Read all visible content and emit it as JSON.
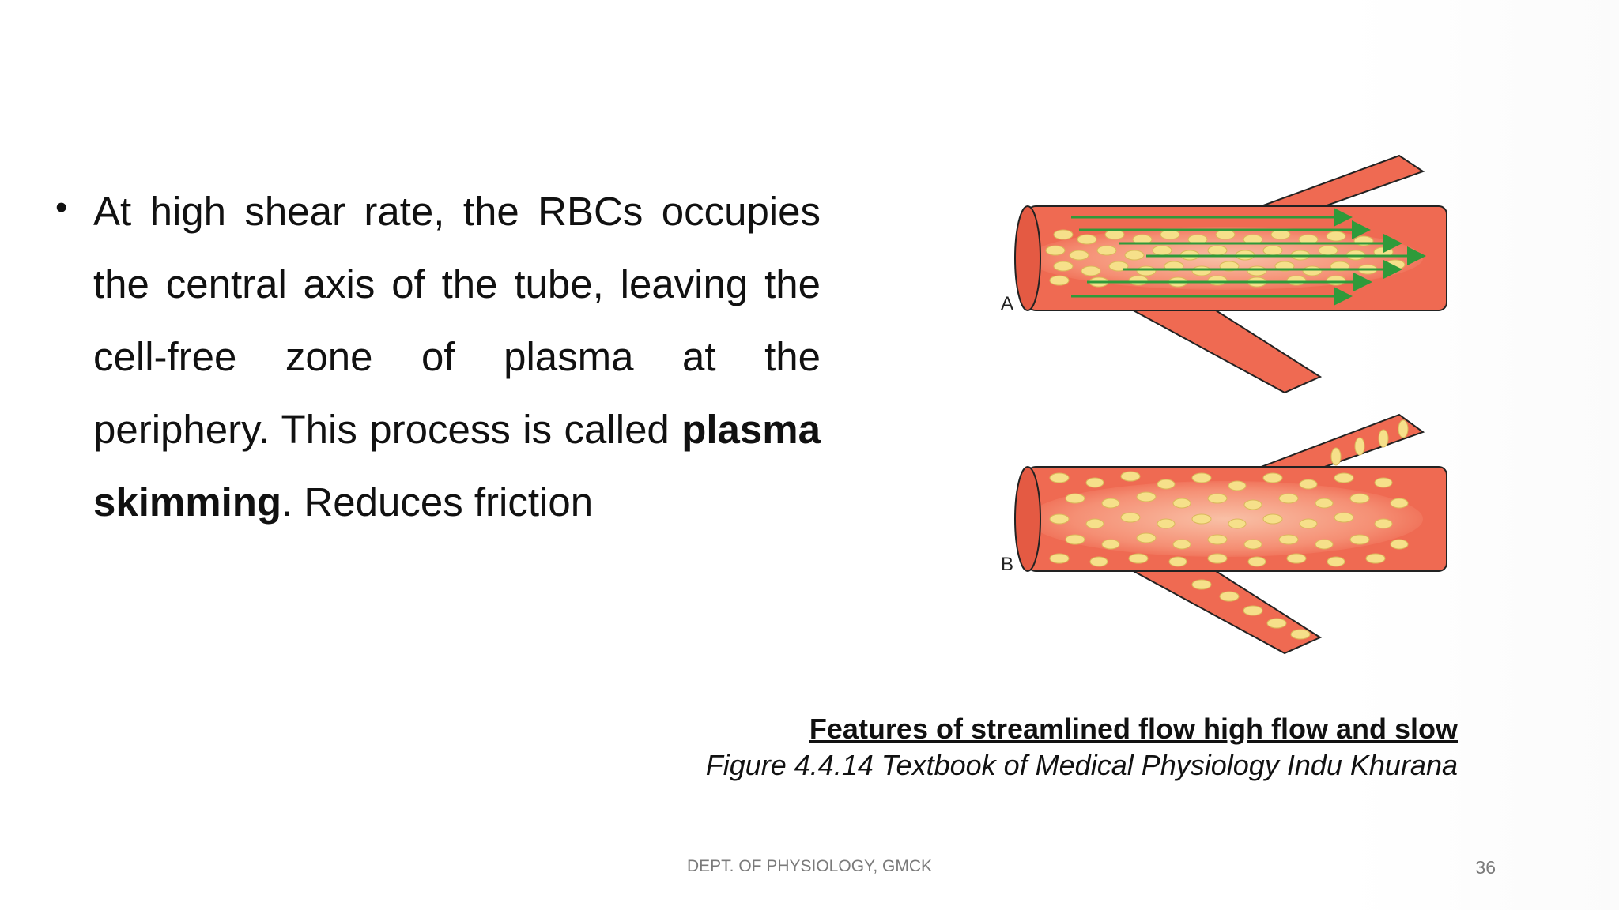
{
  "bullet": {
    "text_part1": "At high shear rate, the RBCs occupies the central axis of the tube, leaving the cell-free zone of plasma at the periphery. This process is called ",
    "bold_part1": "plasma",
    "text_part2": " ",
    "bold_part2": "skimming",
    "text_part3": ". Reduces friction"
  },
  "figure": {
    "label_a": "A",
    "label_b": "B",
    "colors": {
      "vessel": "#ef6a52",
      "vessel_outline": "#222222",
      "rbc": "#f6e08a",
      "flow_arrow": "#2f9a3a"
    }
  },
  "caption": {
    "title": "Features of streamlined flow high flow and slow",
    "source": "Figure 4.4.14 Textbook of Medical Physiology Indu Khurana"
  },
  "footer": {
    "department": "DEPT. OF PHYSIOLOGY, GMCK",
    "page_number": "36"
  }
}
